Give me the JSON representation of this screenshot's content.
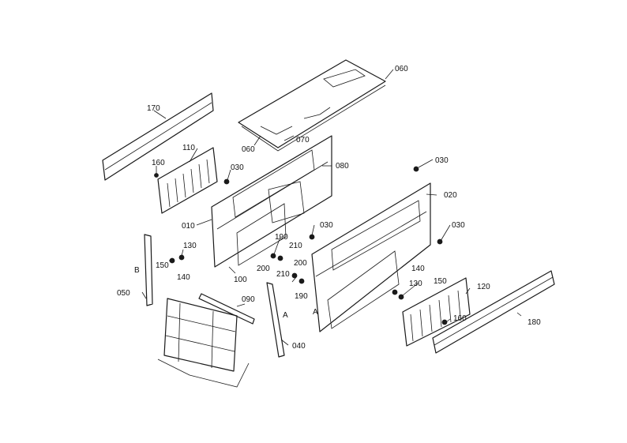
{
  "callouts": {
    "c060a": "060",
    "c060b": "060",
    "c070": "070",
    "c170": "170",
    "c110": "110",
    "c160a": "160",
    "c030a": "030",
    "c080": "080",
    "c030b": "030",
    "c020": "020",
    "c010": "010",
    "c030c": "030",
    "c030d": "030",
    "c190a": "190",
    "c210a": "210",
    "c200a": "200",
    "c130a": "130",
    "c150a": "150",
    "c140a": "140",
    "c100": "100",
    "cB": "B",
    "c050": "050",
    "c200b": "200",
    "c210b": "210",
    "c190b": "190",
    "c140b": "140",
    "c130b": "130",
    "c150b": "150",
    "c120": "120",
    "c090": "090",
    "cA1": "A",
    "cA2": "A",
    "c160b": "160",
    "c180": "180",
    "c040": "040"
  }
}
